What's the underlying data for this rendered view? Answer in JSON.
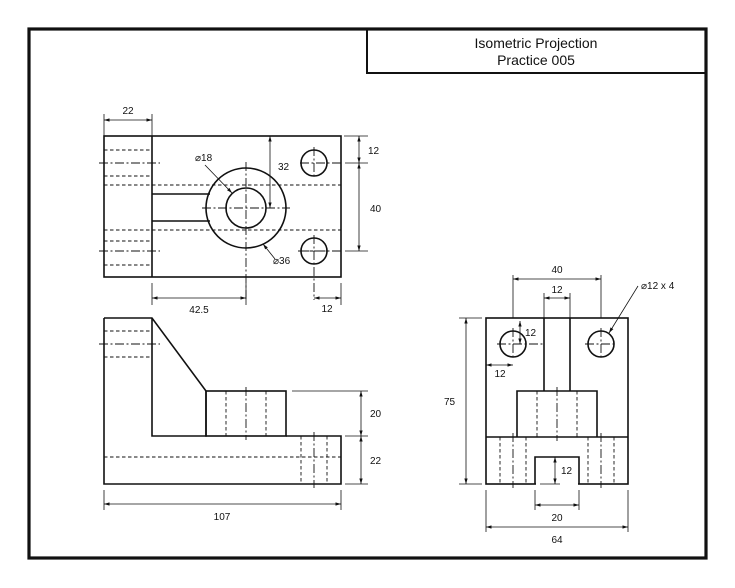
{
  "title_block": {
    "line1": "Isometric Projection",
    "line2": "Practice 005"
  },
  "top_view": {
    "dim_left_width": "22",
    "dim_hole_small": "⌀18",
    "dim_hole_large": "⌀36",
    "dim_depth_32": "32",
    "dim_right_12_top": "12",
    "dim_right_40": "40",
    "dim_bottom_42_5": "42.5",
    "dim_bottom_12": "12"
  },
  "front_view": {
    "dim_boss_height": "20",
    "dim_base_height": "22",
    "dim_overall_length": "107"
  },
  "side_view": {
    "dim_hole_spacing": "40",
    "dim_slot_width": "12",
    "dim_hole_note": "⌀12 x 4",
    "dim_hole_vert": "12",
    "dim_hole_horiz": "12",
    "dim_overall_height": "75",
    "dim_notch_height": "12",
    "dim_notch_width": "20",
    "dim_overall_width": "64"
  }
}
